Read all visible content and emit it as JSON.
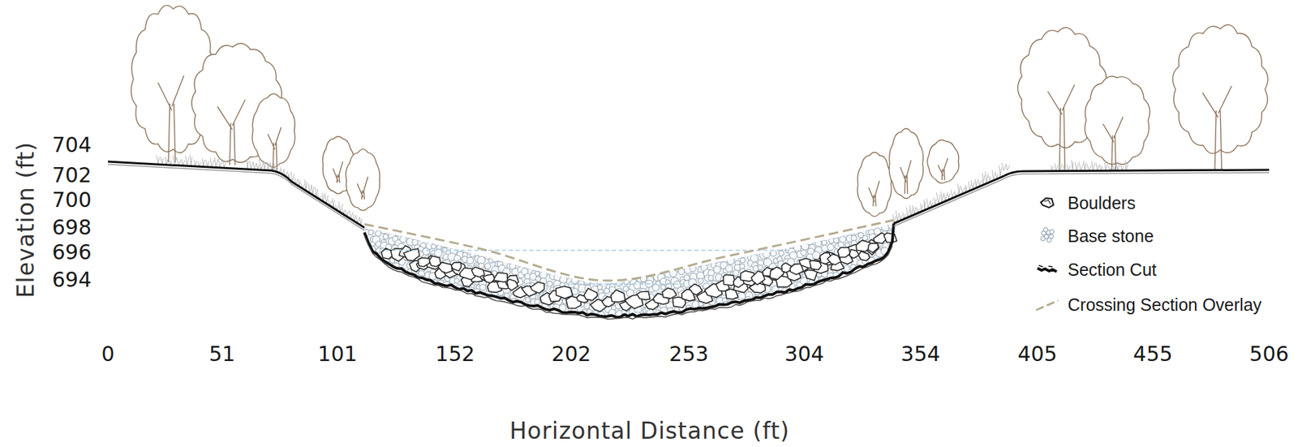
{
  "diagram": {
    "labels": [
      "Elevation (ft)",
      "704",
      "702",
      "700",
      "698",
      "696",
      "694",
      "0",
      "51",
      "101",
      "152",
      "202",
      "253",
      "304",
      "354",
      "405",
      "455",
      "506",
      "Horizontal Distance (ft)"
    ],
    "legend": [
      {
        "text": "Boulders"
      },
      {
        "text": "Base stone"
      },
      {
        "text": "Section Cut"
      },
      {
        "text": "Crossing Section Overlay"
      }
    ]
  }
}
